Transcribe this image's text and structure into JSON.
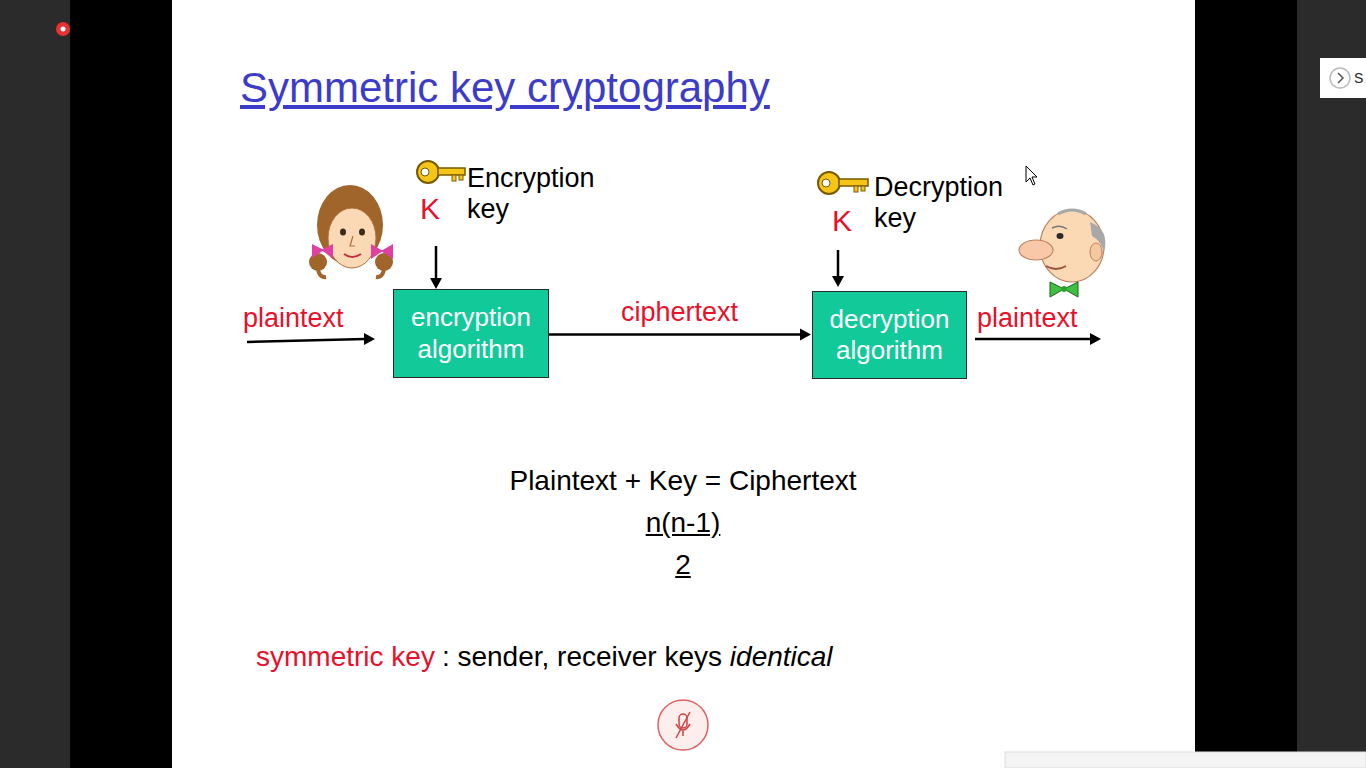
{
  "diagram": {
    "title": "Symmetric key cryptography",
    "nodes": [
      {
        "text": [
          "encryption algorithm"
        ]
      },
      {
        "text": [
          "decryption algorithm"
        ]
      }
    ],
    "edges": [
      {
        "from": 0,
        "to": 1,
        "label": "ciphertext",
        "arrow": "to"
      }
    ],
    "labels": [
      "Encryption key",
      "K",
      "Decryption key",
      "K",
      "plaintext",
      "plaintext",
      "Plaintext + Key = Ciphertext",
      "n(n-1)",
      "2",
      "symmetric key",
      ": sender, receiver keys",
      "identical",
      "S"
    ]
  }
}
